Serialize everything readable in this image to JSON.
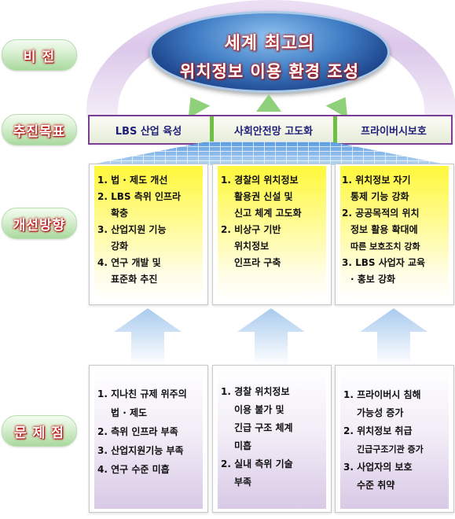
{
  "labels": {
    "vision": "비   전",
    "goals": "추진목표",
    "direction": "개선방향",
    "problems": "문 제 점"
  },
  "vision": {
    "line1": "세계 최고의",
    "line2": "위치정보 이용 환경 조성"
  },
  "goals": [
    "LBS 산업 육성",
    "사회안전망 고도화",
    "프라이버시보호"
  ],
  "directions": [
    [
      "1. 법 · 제도 개선",
      "2. LBS 측위 인프라",
      "확충",
      "3. 산업지원 기능",
      "강화",
      "4. 연구 개발 및",
      "표준화 추진"
    ],
    [
      "1. 경찰의 위치정보",
      "활용권 신설 및",
      "신고 체계 고도화",
      "2. 비상구 기반",
      "위치정보",
      "인프라 구축"
    ],
    [
      "1. 위치정보 자기",
      "통제  기능 강화",
      "2. 공공목적의 위치",
      "정보 활용 확대에",
      "따른 보호조치 강화",
      "3. LBS 사업자 교육",
      "· 홍보 강화"
    ]
  ],
  "problems": [
    [
      "1. 지나친 규제 위주의",
      "법 · 제도",
      "2. 측위 인프라 부족",
      "3. 산업지원기능  부족",
      "4. 연구 수준 미흡"
    ],
    [
      "1. 경찰 위치정보",
      "이용 불가 및",
      "긴급 구조 체계",
      "미흡",
      "2. 실내 측위  기술",
      "부족"
    ],
    [
      "1. 프라이버시 침해",
      "가능성 증가",
      "2. 위치정보 취급",
      "긴급구조기관 증가",
      "3. 사업자의 보호",
      "수준 취약"
    ]
  ],
  "colors": {
    "label_text_glow": "#c01010",
    "goals_border": "#7a3d96",
    "goal_separator": "#6fbf45",
    "direction_fill": "#fff83a",
    "problem_fill": "#d9c9e6",
    "arrow_fill": "#a9cbee"
  }
}
